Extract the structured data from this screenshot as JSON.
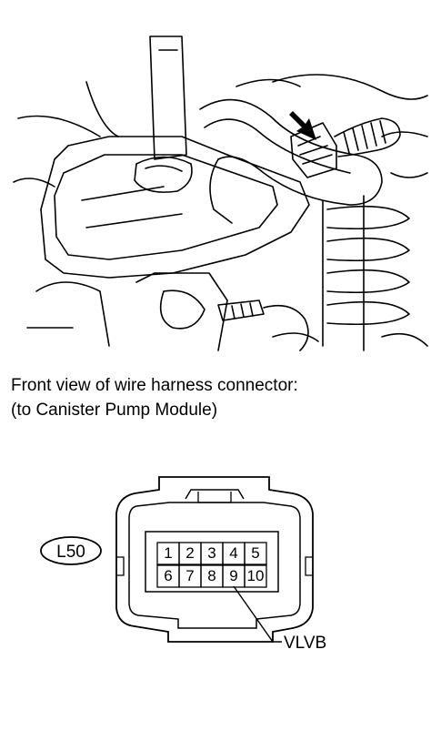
{
  "caption": {
    "line1": "Front view of wire harness connector:",
    "line2": "(to Canister Pump Module)"
  },
  "connector": {
    "id": "L50",
    "pins_row1": [
      "1",
      "2",
      "3",
      "4",
      "5"
    ],
    "pins_row2": [
      "6",
      "7",
      "8",
      "9",
      "10"
    ],
    "callout_label": "VLVB",
    "callout_pin": "9"
  },
  "icons": [
    "location-arrow-icon"
  ]
}
